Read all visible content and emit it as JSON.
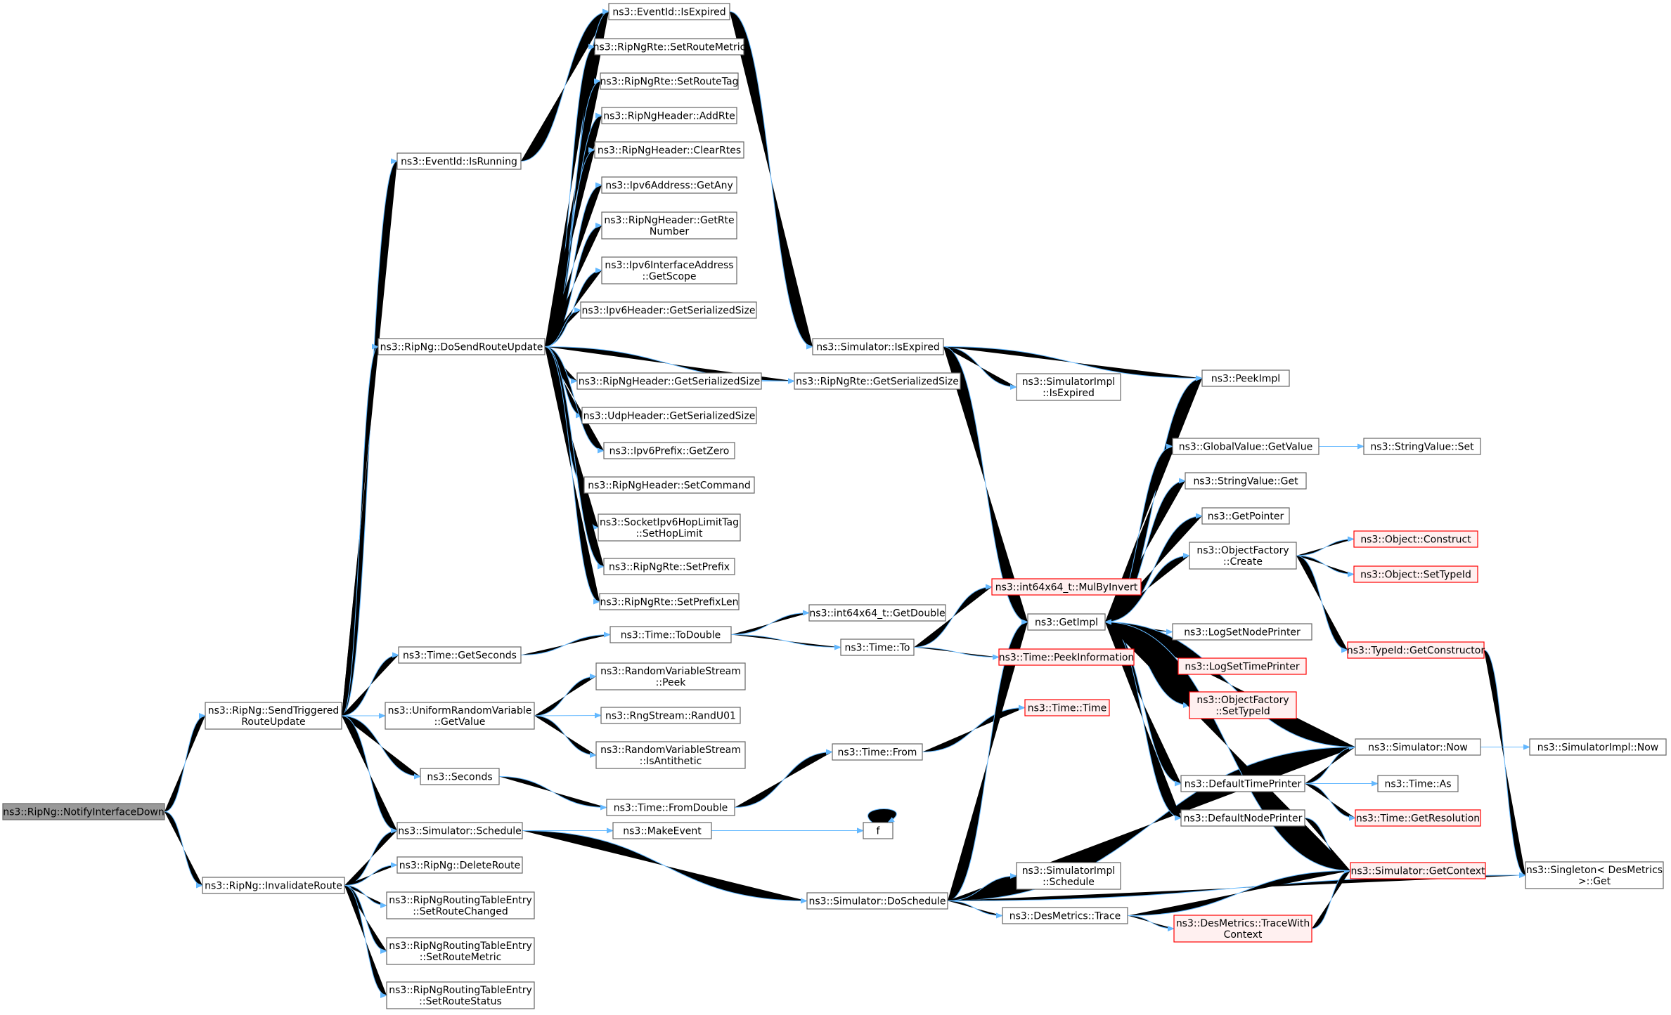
{
  "diagram": {
    "colors": {
      "edge": "#63b8ff",
      "box_stroke": "#666666",
      "box_fill": "#ffffff",
      "root_fill": "#999999",
      "root_stroke": "#666666",
      "red_stroke": "#ff0000",
      "red_fill": "#fff0f0",
      "text": "#000000"
    },
    "nodes": [
      {
        "id": "notify",
        "lines": [
          "ns3::RipNg::NotifyInterfaceDown"
        ],
        "style": "root"
      },
      {
        "id": "sendtrig",
        "lines": [
          "ns3::RipNg::SendTriggered",
          "RouteUpdate"
        ]
      },
      {
        "id": "invalidate",
        "lines": [
          "ns3::RipNg::InvalidateRoute"
        ]
      },
      {
        "id": "isrunning",
        "lines": [
          "ns3::EventId::IsRunning"
        ]
      },
      {
        "id": "dosend",
        "lines": [
          "ns3::RipNg::DoSendRouteUpdate"
        ]
      },
      {
        "id": "gettimesec",
        "lines": [
          "ns3::Time::GetSeconds"
        ]
      },
      {
        "id": "urvget",
        "lines": [
          "ns3::UniformRandomVariable",
          "::GetValue"
        ]
      },
      {
        "id": "seconds",
        "lines": [
          "ns3::Seconds"
        ]
      },
      {
        "id": "schedule",
        "lines": [
          "ns3::Simulator::Schedule"
        ]
      },
      {
        "id": "deleteroute",
        "lines": [
          "ns3::RipNg::DeleteRoute"
        ]
      },
      {
        "id": "setroutechanged",
        "lines": [
          "ns3::RipNgRoutingTableEntry",
          "::SetRouteChanged"
        ]
      },
      {
        "id": "rtesetroutemetric",
        "lines": [
          "ns3::RipNgRoutingTableEntry",
          "::SetRouteMetric"
        ]
      },
      {
        "id": "setroutestatus",
        "lines": [
          "ns3::RipNgRoutingTableEntry",
          "::SetRouteStatus"
        ]
      },
      {
        "id": "isexpired",
        "lines": [
          "ns3::EventId::IsExpired"
        ]
      },
      {
        "id": "setroutemetric",
        "lines": [
          "ns3::RipNgRte::SetRouteMetric"
        ]
      },
      {
        "id": "setroutetag",
        "lines": [
          "ns3::RipNgRte::SetRouteTag"
        ]
      },
      {
        "id": "addrte",
        "lines": [
          "ns3::RipNgHeader::AddRte"
        ]
      },
      {
        "id": "clearrtes",
        "lines": [
          "ns3::RipNgHeader::ClearRtes"
        ]
      },
      {
        "id": "ipv6getany",
        "lines": [
          "ns3::Ipv6Address::GetAny"
        ]
      },
      {
        "id": "getrtenumber",
        "lines": [
          "ns3::RipNgHeader::GetRte",
          "Number"
        ]
      },
      {
        "id": "getscope",
        "lines": [
          "ns3::Ipv6InterfaceAddress",
          "::GetScope"
        ]
      },
      {
        "id": "ipv6hdrsize",
        "lines": [
          "ns3::Ipv6Header::GetSerializedSize"
        ]
      },
      {
        "id": "riphdrsize",
        "lines": [
          "ns3::RipNgHeader::GetSerializedSize"
        ]
      },
      {
        "id": "udphdrsize",
        "lines": [
          "ns3::UdpHeader::GetSerializedSize"
        ]
      },
      {
        "id": "getzero",
        "lines": [
          "ns3::Ipv6Prefix::GetZero"
        ]
      },
      {
        "id": "setcommand",
        "lines": [
          "ns3::RipNgHeader::SetCommand"
        ]
      },
      {
        "id": "sethoplimit",
        "lines": [
          "ns3::SocketIpv6HopLimitTag",
          "::SetHopLimit"
        ]
      },
      {
        "id": "setprefix",
        "lines": [
          "ns3::RipNgRte::SetPrefix"
        ]
      },
      {
        "id": "setprefixlen",
        "lines": [
          "ns3::RipNgRte::SetPrefixLen"
        ]
      },
      {
        "id": "todouble",
        "lines": [
          "ns3::Time::ToDouble"
        ]
      },
      {
        "id": "rvspeek",
        "lines": [
          "ns3::RandomVariableStream",
          "::Peek"
        ]
      },
      {
        "id": "randu01",
        "lines": [
          "ns3::RngStream::RandU01"
        ]
      },
      {
        "id": "isantithetic",
        "lines": [
          "ns3::RandomVariableStream",
          "::IsAntithetic"
        ]
      },
      {
        "id": "fromdouble",
        "lines": [
          "ns3::Time::FromDouble"
        ]
      },
      {
        "id": "makeevent",
        "lines": [
          "ns3::MakeEvent"
        ]
      },
      {
        "id": "f",
        "lines": [
          "f"
        ]
      },
      {
        "id": "doschedule",
        "lines": [
          "ns3::Simulator::DoSchedule"
        ]
      },
      {
        "id": "simisexpired",
        "lines": [
          "ns3::Simulator::IsExpired"
        ]
      },
      {
        "id": "rtesize",
        "lines": [
          "ns3::RipNgRte::GetSerializedSize"
        ]
      },
      {
        "id": "getdouble",
        "lines": [
          "ns3::int64x64_t::GetDouble"
        ]
      },
      {
        "id": "timeto",
        "lines": [
          "ns3::Time::To"
        ]
      },
      {
        "id": "timefrom",
        "lines": [
          "ns3::Time::From"
        ]
      },
      {
        "id": "simimplisexpired",
        "lines": [
          "ns3::SimulatorImpl",
          "::IsExpired"
        ]
      },
      {
        "id": "mulbyinvert",
        "lines": [
          "ns3::int64x64_t::MulByInvert"
        ],
        "style": "red"
      },
      {
        "id": "getimpl",
        "lines": [
          "ns3::GetImpl"
        ]
      },
      {
        "id": "peekinfo",
        "lines": [
          "ns3::Time::PeekInformation"
        ],
        "style": "red"
      },
      {
        "id": "timetime",
        "lines": [
          "ns3::Time::Time"
        ],
        "style": "red"
      },
      {
        "id": "simimplschedule",
        "lines": [
          "ns3::SimulatorImpl",
          "::Schedule"
        ]
      },
      {
        "id": "desmetricstrace",
        "lines": [
          "ns3::DesMetrics::Trace"
        ]
      },
      {
        "id": "peekimpl",
        "lines": [
          "ns3::PeekImpl"
        ]
      },
      {
        "id": "globalgetvalue",
        "lines": [
          "ns3::GlobalValue::GetValue"
        ]
      },
      {
        "id": "stringvalueget",
        "lines": [
          "ns3::StringValue::Get"
        ]
      },
      {
        "id": "getpointer",
        "lines": [
          "ns3::GetPointer"
        ]
      },
      {
        "id": "objfactorycreate",
        "lines": [
          "ns3::ObjectFactory",
          "::Create"
        ]
      },
      {
        "id": "logsetnodeprinter",
        "lines": [
          "ns3::LogSetNodePrinter"
        ]
      },
      {
        "id": "logsettimeprinter",
        "lines": [
          "ns3::LogSetTimePrinter"
        ],
        "style": "red"
      },
      {
        "id": "objfactorysettypeid",
        "lines": [
          "ns3::ObjectFactory",
          "::SetTypeId"
        ],
        "style": "red"
      },
      {
        "id": "defaulttimeprinter",
        "lines": [
          "ns3::DefaultTimePrinter"
        ]
      },
      {
        "id": "defaultnodeprinter",
        "lines": [
          "ns3::DefaultNodePrinter"
        ]
      },
      {
        "id": "tracewithcontext",
        "lines": [
          "ns3::DesMetrics::TraceWith",
          "Context"
        ],
        "style": "red"
      },
      {
        "id": "stringvalueset",
        "lines": [
          "ns3::StringValue::Set"
        ]
      },
      {
        "id": "objconstruct",
        "lines": [
          "ns3::Object::Construct"
        ],
        "style": "red"
      },
      {
        "id": "objsettypeid",
        "lines": [
          "ns3::Object::SetTypeId"
        ],
        "style": "red"
      },
      {
        "id": "getconstructor",
        "lines": [
          "ns3::TypeId::GetConstructor"
        ],
        "style": "red"
      },
      {
        "id": "simnow",
        "lines": [
          "ns3::Simulator::Now"
        ]
      },
      {
        "id": "timeas",
        "lines": [
          "ns3::Time::As"
        ]
      },
      {
        "id": "getresolution",
        "lines": [
          "ns3::Time::GetResolution"
        ],
        "style": "red"
      },
      {
        "id": "getcontext",
        "lines": [
          "ns3::Simulator::GetContext"
        ],
        "style": "red"
      },
      {
        "id": "simimplnow",
        "lines": [
          "ns3::SimulatorImpl::Now"
        ]
      },
      {
        "id": "singletonget",
        "lines": [
          "ns3::Singleton< DesMetrics",
          ">::Get"
        ]
      }
    ],
    "edges": [
      [
        "notify",
        "sendtrig"
      ],
      [
        "notify",
        "invalidate"
      ],
      [
        "sendtrig",
        "isrunning"
      ],
      [
        "sendtrig",
        "dosend"
      ],
      [
        "sendtrig",
        "gettimesec"
      ],
      [
        "sendtrig",
        "urvget"
      ],
      [
        "sendtrig",
        "seconds"
      ],
      [
        "sendtrig",
        "schedule"
      ],
      [
        "invalidate",
        "schedule"
      ],
      [
        "invalidate",
        "deleteroute"
      ],
      [
        "invalidate",
        "setroutechanged"
      ],
      [
        "invalidate",
        "rtesetroutemetric"
      ],
      [
        "invalidate",
        "setroutestatus"
      ],
      [
        "isrunning",
        "isexpired"
      ],
      [
        "dosend",
        "isexpired"
      ],
      [
        "dosend",
        "setroutemetric"
      ],
      [
        "dosend",
        "setroutetag"
      ],
      [
        "dosend",
        "addrte"
      ],
      [
        "dosend",
        "clearrtes"
      ],
      [
        "dosend",
        "ipv6getany"
      ],
      [
        "dosend",
        "getrtenumber"
      ],
      [
        "dosend",
        "getscope"
      ],
      [
        "dosend",
        "ipv6hdrsize"
      ],
      [
        "dosend",
        "riphdrsize"
      ],
      [
        "dosend",
        "rtesize"
      ],
      [
        "dosend",
        "udphdrsize"
      ],
      [
        "dosend",
        "getzero"
      ],
      [
        "dosend",
        "setcommand"
      ],
      [
        "dosend",
        "sethoplimit"
      ],
      [
        "dosend",
        "setprefix"
      ],
      [
        "dosend",
        "setprefixlen"
      ],
      [
        "riphdrsize",
        "rtesize"
      ],
      [
        "isexpired",
        "simisexpired"
      ],
      [
        "simisexpired",
        "simimplisexpired"
      ],
      [
        "simisexpired",
        "peekimpl"
      ],
      [
        "simisexpired",
        "getimpl"
      ],
      [
        "gettimesec",
        "todouble"
      ],
      [
        "todouble",
        "getdouble"
      ],
      [
        "todouble",
        "timeto"
      ],
      [
        "timeto",
        "mulbyinvert"
      ],
      [
        "timeto",
        "peekinfo"
      ],
      [
        "urvget",
        "rvspeek"
      ],
      [
        "urvget",
        "randu01"
      ],
      [
        "urvget",
        "isantithetic"
      ],
      [
        "seconds",
        "fromdouble"
      ],
      [
        "fromdouble",
        "timefrom"
      ],
      [
        "timefrom",
        "timetime"
      ],
      [
        "schedule",
        "makeevent"
      ],
      [
        "schedule",
        "f"
      ],
      [
        "schedule",
        "doschedule"
      ],
      [
        "makeevent",
        "f"
      ],
      [
        "f",
        "f"
      ],
      [
        "doschedule",
        "getimpl"
      ],
      [
        "doschedule",
        "simnow"
      ],
      [
        "doschedule",
        "simimplschedule"
      ],
      [
        "doschedule",
        "desmetricstrace"
      ],
      [
        "doschedule",
        "singletonget"
      ],
      [
        "desmetricstrace",
        "getcontext"
      ],
      [
        "desmetricstrace",
        "tracewithcontext"
      ],
      [
        "tracewithcontext",
        "getcontext"
      ],
      [
        "getimpl",
        "peekimpl"
      ],
      [
        "getimpl",
        "globalgetvalue"
      ],
      [
        "getimpl",
        "stringvalueget"
      ],
      [
        "getimpl",
        "getpointer"
      ],
      [
        "getimpl",
        "objfactorycreate"
      ],
      [
        "getimpl",
        "logsetnodeprinter"
      ],
      [
        "getimpl",
        "logsettimeprinter"
      ],
      [
        "getimpl",
        "objfactorysettypeid"
      ],
      [
        "getimpl",
        "defaulttimeprinter"
      ],
      [
        "getimpl",
        "defaultnodeprinter"
      ],
      [
        "globalgetvalue",
        "stringvalueset"
      ],
      [
        "objfactorycreate",
        "objconstruct"
      ],
      [
        "objfactorycreate",
        "objsettypeid"
      ],
      [
        "objfactorycreate",
        "getconstructor"
      ],
      [
        "getconstructor",
        "singletonget"
      ],
      [
        "defaulttimeprinter",
        "simnow"
      ],
      [
        "defaulttimeprinter",
        "timeas"
      ],
      [
        "defaulttimeprinter",
        "getresolution"
      ],
      [
        "defaultnodeprinter",
        "getcontext"
      ],
      [
        "simnow",
        "simimplnow"
      ],
      [
        "simnow",
        "getimpl"
      ],
      [
        "getcontext",
        "getimpl"
      ]
    ]
  }
}
